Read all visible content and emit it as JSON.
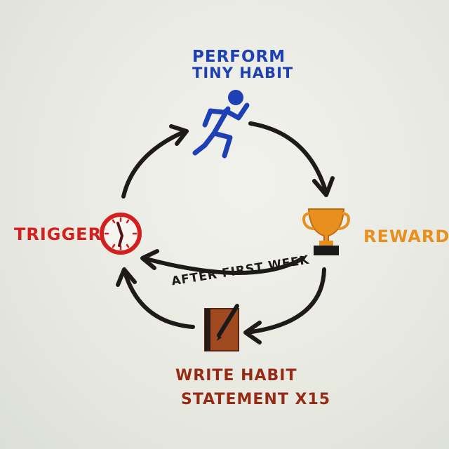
{
  "diagram": {
    "nodes": {
      "perform": {
        "line1": "PERFORM",
        "line2": "TINY HABIT",
        "icon": "running-person-icon",
        "color": "#1f3fb5"
      },
      "reward": {
        "label": "REWARD",
        "icon": "trophy-icon",
        "color": "#e8901e"
      },
      "trigger": {
        "label": "TRIGGER",
        "icon": "clock-icon",
        "color": "#d41f1f"
      },
      "write": {
        "line1": "WRITE HABIT",
        "line2": "STATEMENT X15",
        "icon": "notebook-pen-icon",
        "color": "#962a14"
      }
    },
    "edges": {
      "shortcut_label": "AFTER FIRST WEEK"
    },
    "ink_color": "#1f1a1a"
  }
}
